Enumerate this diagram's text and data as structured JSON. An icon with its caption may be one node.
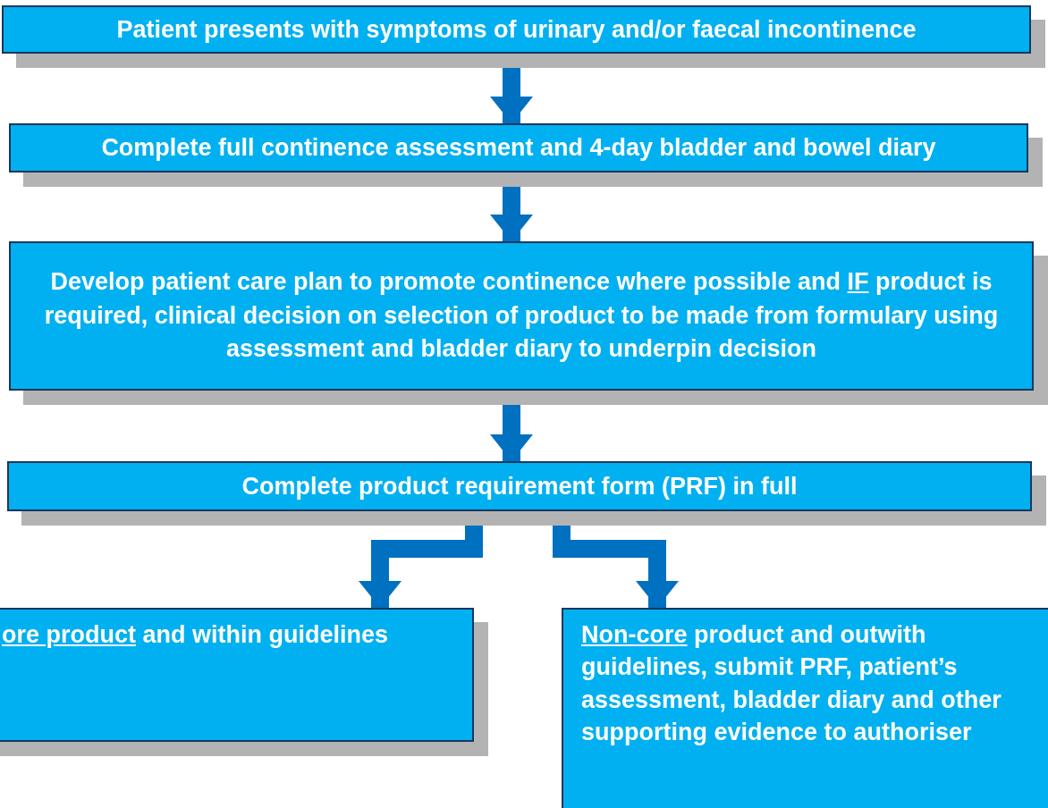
{
  "diagram": {
    "nodes": [
      {
        "text": [
          "Patient presents with symptoms of urinary and/or faecal incontinence"
        ]
      },
      {
        "text": [
          "Complete full continence assessment and 4-day bladder and bowel diary"
        ]
      },
      {
        "text": [
          "Develop patient care plan to promote continence where possible and *IF* product is required, clinical decision on selection of product to be made from formulary using assessment and bladder diary to underpin decision"
        ]
      },
      {
        "text": [
          "Complete product requirement form (PRF) in full"
        ]
      },
      {
        "text": [
          "*ore product* and within guidelines"
        ]
      },
      {
        "text": [
          "*Non-core* product and outwith guidelines, submit PRF, patient’s assessment, bladder diary and other supporting evidence to authoriser"
        ]
      }
    ],
    "edges": [
      {
        "from": 0,
        "to": 1,
        "arrow": "to"
      },
      {
        "from": 1,
        "to": 2,
        "arrow": "to"
      },
      {
        "from": 2,
        "to": 3,
        "arrow": "to"
      },
      {
        "from": 3,
        "to": 4,
        "arrow": "to"
      },
      {
        "from": 3,
        "to": 5,
        "arrow": "to"
      }
    ]
  }
}
